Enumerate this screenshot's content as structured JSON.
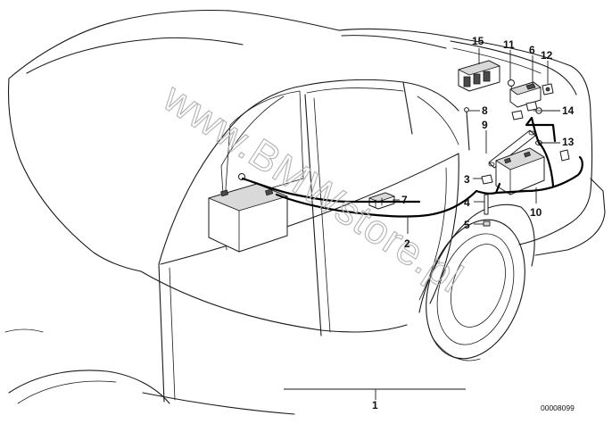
{
  "watermark": "www.BMWstore.pl",
  "reference_code": "00008099",
  "callouts": {
    "c1": "1",
    "c2": "2",
    "c3": "3",
    "c4": "4",
    "c5": "5",
    "c6": "6",
    "c7": "7",
    "c8": "8",
    "c9": "9",
    "c10": "10",
    "c11": "11",
    "c12": "12",
    "c13": "13",
    "c14": "14",
    "c15": "15"
  }
}
